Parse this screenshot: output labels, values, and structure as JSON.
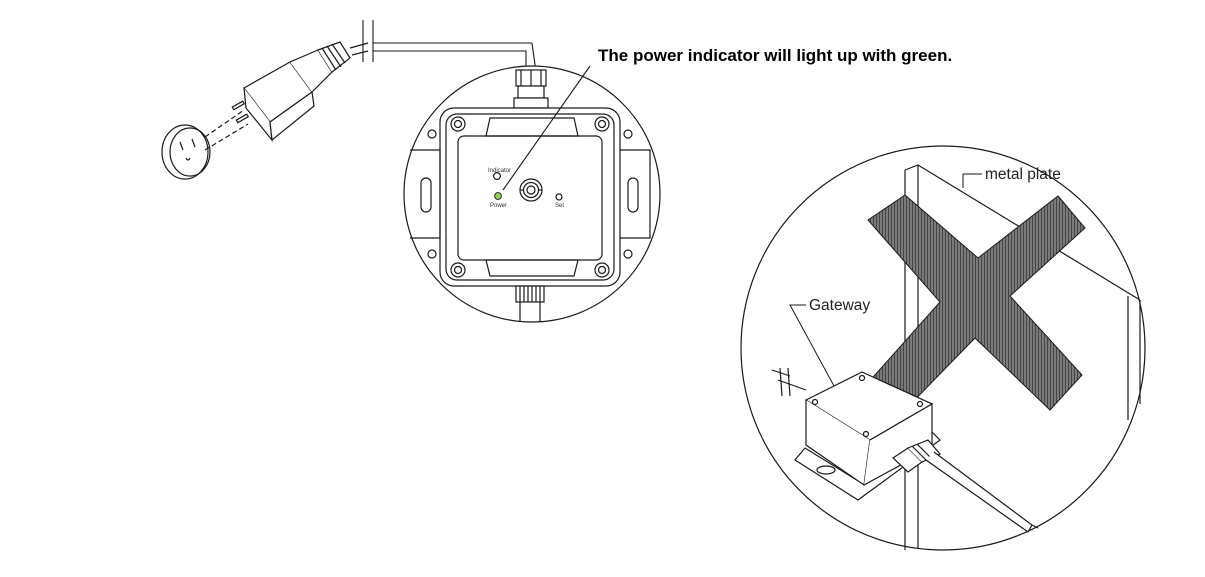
{
  "caption": "The power indicator will light up with green.",
  "labels": {
    "metal_plate": "metal plate",
    "gateway": "Gateway"
  },
  "device_panel": {
    "indicator": "Indicator",
    "power": "Power",
    "set": "Set"
  },
  "colors": {
    "line": "#1a1a1a",
    "power_led": "#8fd14f",
    "cross_fill": "#555555",
    "background": "#ffffff"
  },
  "icons": [
    "power-adapter-icon",
    "wall-outlet-icon",
    "prohibited-cross-icon"
  ]
}
